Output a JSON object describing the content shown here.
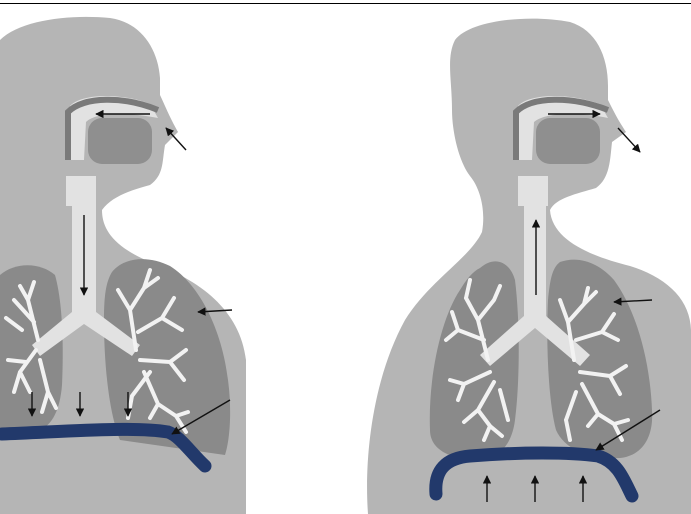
{
  "figure": {
    "panels": [
      {
        "id": "inhalation",
        "airflow": "in",
        "diaphragm": "flattened"
      },
      {
        "id": "exhalation",
        "airflow": "out",
        "diaphragm": "domed"
      }
    ]
  },
  "colors": {
    "body": "#b5b5b5",
    "lung": "#8a8a8a",
    "airway": "#e2e2e2",
    "nasal_outline": "#7a7a7a",
    "diaphragm": "#22396b",
    "arrow": "#111111",
    "background": "#ffffff"
  }
}
